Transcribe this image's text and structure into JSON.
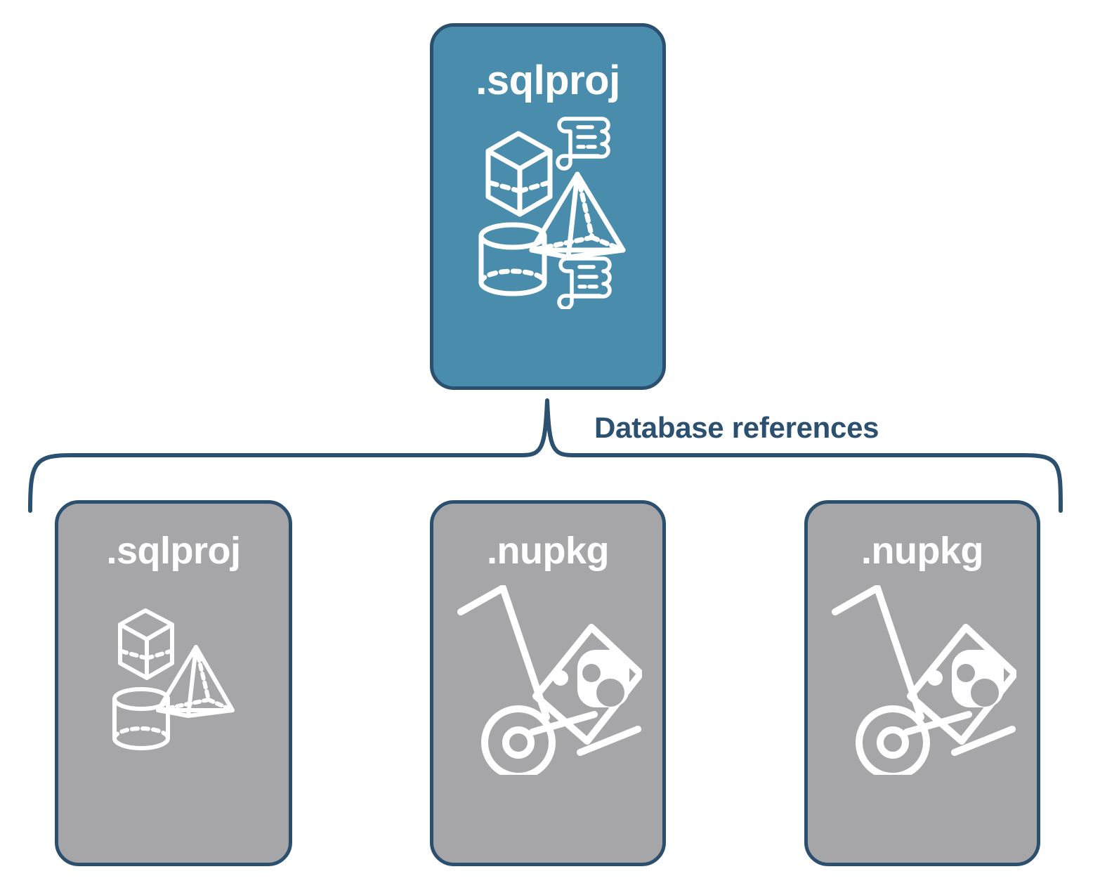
{
  "diagram": {
    "title_text": "Database references",
    "colors": {
      "accent_blue": "#4a8cac",
      "outline_navy": "#2b4f6e",
      "label_navy": "#2b5070",
      "node_gray": "#a6a6a8",
      "icon_white": "#ffffff",
      "background": "#ffffff"
    },
    "connector": {
      "name": "database-references-bracket",
      "label": "Database references",
      "style": "curly-brace",
      "from": "top-sqlproj-node",
      "to": [
        "bottom-sqlproj-node",
        "first-nupkg-node",
        "second-nupkg-node"
      ]
    },
    "nodes": [
      {
        "id": "top-sqlproj-node",
        "label": ".sqlproj",
        "role": "project",
        "fill": "#4a8cac",
        "icons": [
          "cube-wireframe-icon",
          "pyramid-wireframe-icon",
          "cylinder-wireframe-icon",
          "script-scroll-icon",
          "script-scroll-icon"
        ]
      },
      {
        "id": "bottom-sqlproj-node",
        "label": ".sqlproj",
        "role": "reference",
        "fill": "#a6a6a8",
        "icons": [
          "cube-wireframe-icon",
          "pyramid-wireframe-icon",
          "cylinder-wireframe-icon"
        ]
      },
      {
        "id": "first-nupkg-node",
        "label": ".nupkg",
        "role": "reference",
        "fill": "#a6a6a8",
        "icons": [
          "hand-truck-package-icon"
        ]
      },
      {
        "id": "second-nupkg-node",
        "label": ".nupkg",
        "role": "reference",
        "fill": "#a6a6a8",
        "icons": [
          "hand-truck-package-icon"
        ]
      }
    ]
  }
}
